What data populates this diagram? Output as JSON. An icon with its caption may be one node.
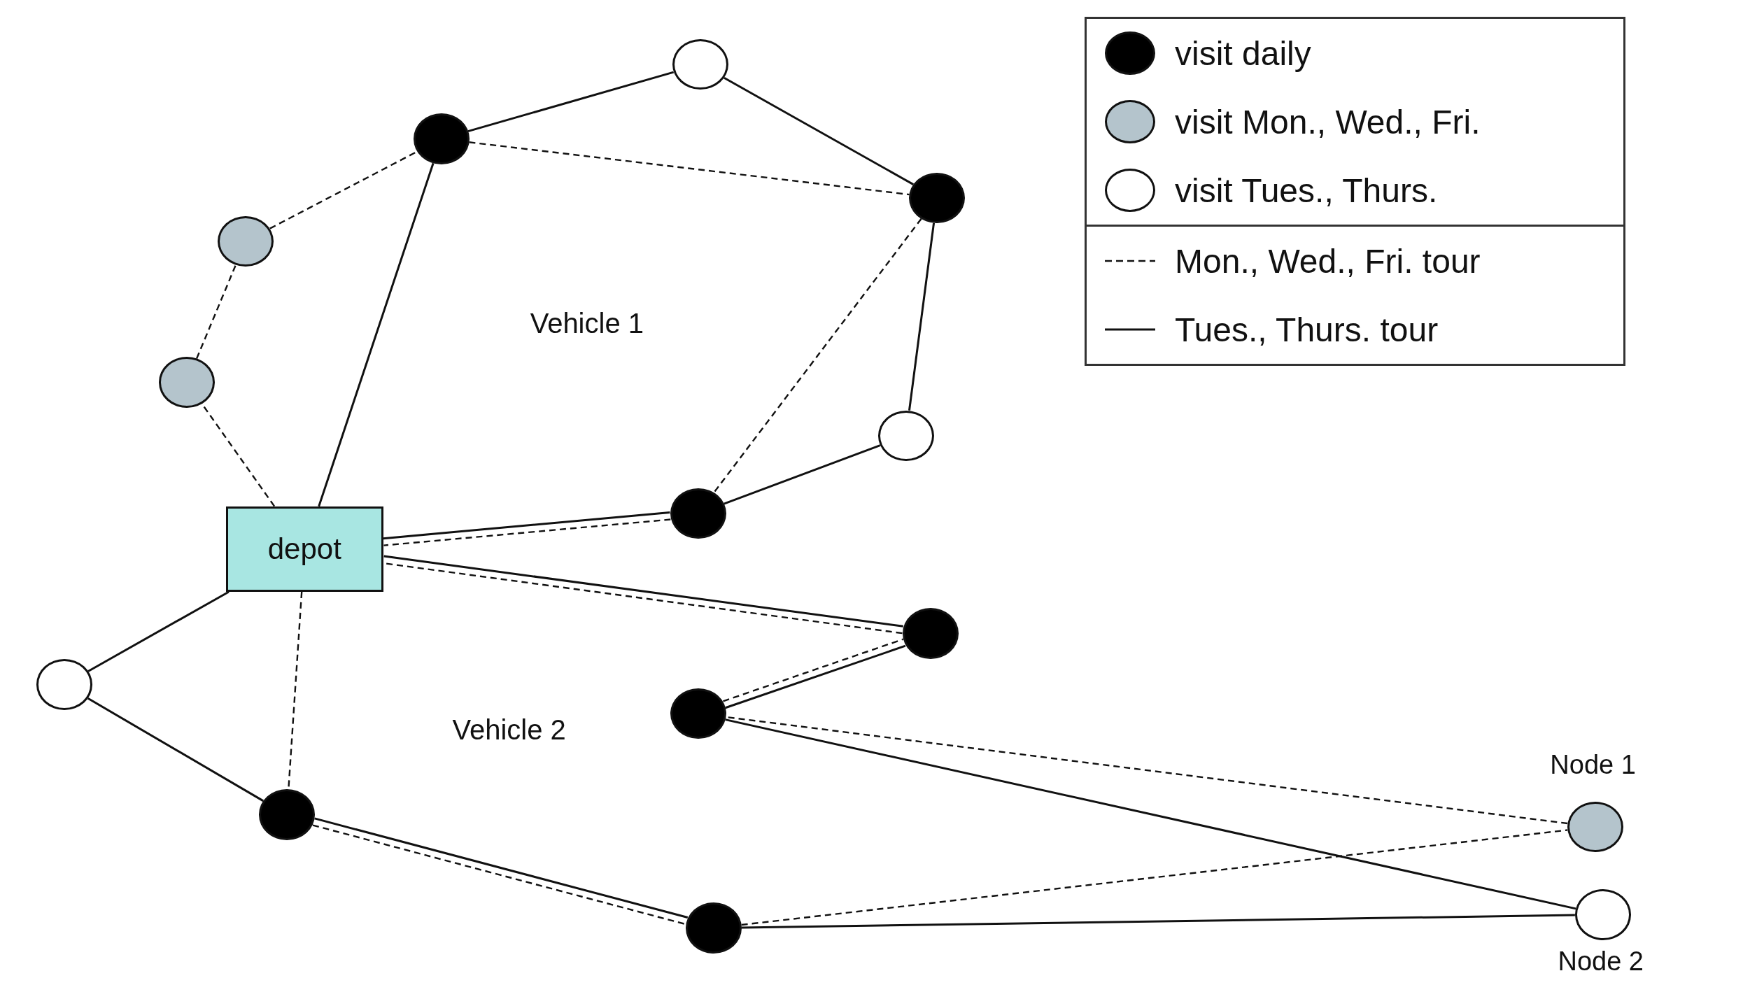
{
  "diagram": {
    "nodes": [
      {
        "text": [
          "depot"
        ]
      },
      {
        "text": [],
        "shape": "circle"
      },
      {
        "text": [],
        "shape": "circle"
      },
      {
        "text": [],
        "shape": "circle"
      },
      {
        "text": [],
        "shape": "circle"
      },
      {
        "text": [],
        "shape": "circle"
      },
      {
        "text": [],
        "shape": "circle"
      },
      {
        "text": [],
        "shape": "circle"
      },
      {
        "text": [],
        "shape": "circle"
      },
      {
        "text": [],
        "shape": "circle"
      },
      {
        "text": [],
        "shape": "circle"
      },
      {
        "text": [],
        "shape": "circle"
      },
      {
        "text": [],
        "shape": "circle"
      },
      {
        "text": [],
        "shape": "circle",
        "beside": [
          "Node 1"
        ]
      },
      {
        "text": [],
        "shape": "circle",
        "beside": [
          "Node 2"
        ]
      }
    ],
    "edges": [
      {
        "from": 0,
        "to": 1,
        "arrow": "none"
      },
      {
        "from": 1,
        "to": 2,
        "arrow": "none"
      },
      {
        "from": 2,
        "to": 3,
        "arrow": "none"
      },
      {
        "from": 3,
        "to": 6,
        "arrow": "none"
      },
      {
        "from": 6,
        "to": 7,
        "arrow": "none"
      },
      {
        "from": 7,
        "to": 0,
        "arrow": "none"
      },
      {
        "from": 0,
        "to": 5,
        "arrow": "none",
        "style": "dashed"
      },
      {
        "from": 5,
        "to": 4,
        "arrow": "none",
        "style": "dashed"
      },
      {
        "from": 4,
        "to": 1,
        "arrow": "none",
        "style": "dashed"
      },
      {
        "from": 1,
        "to": 3,
        "arrow": "none",
        "style": "dashed"
      },
      {
        "from": 3,
        "to": 7,
        "arrow": "none",
        "style": "dashed"
      },
      {
        "from": 7,
        "to": 0,
        "arrow": "none",
        "style": "dashed"
      },
      {
        "from": 0,
        "to": 10,
        "arrow": "none"
      },
      {
        "from": 10,
        "to": 11,
        "arrow": "none"
      },
      {
        "from": 11,
        "to": 12,
        "arrow": "none"
      },
      {
        "from": 12,
        "to": 14,
        "arrow": "none"
      },
      {
        "from": 14,
        "to": 9,
        "arrow": "none"
      },
      {
        "from": 9,
        "to": 8,
        "arrow": "none"
      },
      {
        "from": 8,
        "to": 0,
        "arrow": "none"
      },
      {
        "from": 0,
        "to": 11,
        "arrow": "none",
        "style": "dashed"
      },
      {
        "from": 11,
        "to": 12,
        "arrow": "none",
        "style": "dashed"
      },
      {
        "from": 12,
        "to": 13,
        "arrow": "none",
        "style": "dashed"
      },
      {
        "from": 13,
        "to": 9,
        "arrow": "none",
        "style": "dashed"
      },
      {
        "from": 9,
        "to": 8,
        "arrow": "none",
        "style": "dashed"
      },
      {
        "from": 8,
        "to": 0,
        "arrow": "none",
        "style": "dashed"
      }
    ],
    "labels": [
      "Vehicle 1",
      "Vehicle 2"
    ],
    "legend": [
      {
        "text": "visit daily",
        "color": "#000000"
      },
      {
        "text": "visit Mon., Wed., Fri.",
        "color": "#b4c4cc"
      },
      {
        "text": "visit Tues., Thurs.",
        "color": "#ffffff"
      },
      {
        "text": "Mon., Wed., Fri. tour"
      },
      {
        "text": "Tues., Thurs. tour"
      }
    ]
  }
}
